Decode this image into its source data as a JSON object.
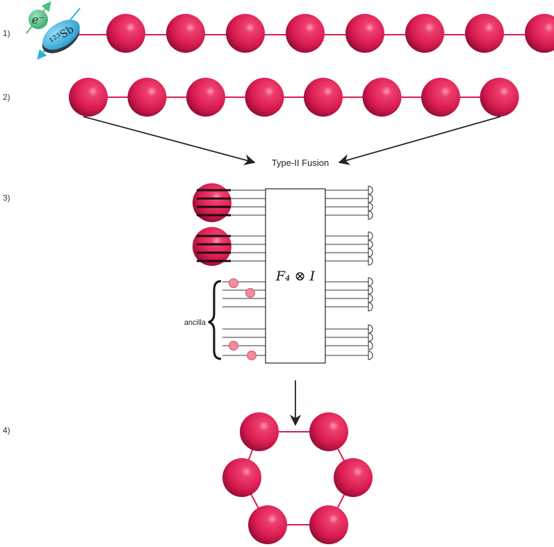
{
  "steps": {
    "step1": "1)",
    "step2": "2)",
    "step3": "3)",
    "step4": "4)"
  },
  "electron_label": "e⁻",
  "nucleus_label": "¹²³Sb",
  "fusion_label": "Type-II Fusion",
  "gate_label": "F₄ ⊗ I",
  "ancilla_label": "ancilla",
  "colors": {
    "qubit": "#d81b50",
    "qubit_dark": "#9c0f36",
    "link": "#d81b50",
    "ancilla": "#f28b9c",
    "electron": "#5cc58a",
    "nucleus": "#3fb7e6",
    "arrow": "#222222"
  },
  "counts": {
    "row1_qubits": 8,
    "row2_qubits": 8,
    "ring_qubits": 6,
    "detectors": 16,
    "ancilla_dots": 4
  }
}
